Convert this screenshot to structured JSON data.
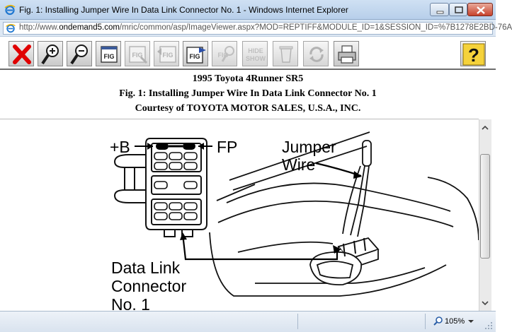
{
  "window": {
    "title": "Fig. 1: Installing Jumper Wire In Data Link Connector No. 1 - Windows Internet Explorer",
    "url_prefix": "http://www.",
    "url_domain": "ondemand5.com",
    "url_rest": "/mric/common/asp/ImageViewer.aspx?MOD=REPTIFF&MODULE_ID=1&SESSION_ID=%7B1278E2BD-76A"
  },
  "toolbar": {
    "buttons": [
      {
        "name": "close-x-icon",
        "label": "Close"
      },
      {
        "name": "zoom-in-icon",
        "label": "Zoom In"
      },
      {
        "name": "zoom-out-icon",
        "label": "Zoom Out"
      },
      {
        "name": "fig-icon",
        "label": "FIG"
      },
      {
        "name": "fig-hand-icon",
        "label": "FIG"
      },
      {
        "name": "fig-prev-icon",
        "label": "FIG"
      },
      {
        "name": "fig-next-icon",
        "label": "FIG"
      },
      {
        "name": "fig-search-icon",
        "label": "FIG"
      },
      {
        "name": "hide-show-icon",
        "label": "HIDE SHOW"
      },
      {
        "name": "trash-icon",
        "label": "Delete"
      },
      {
        "name": "rotate-icon",
        "label": "Rotate"
      },
      {
        "name": "print-icon",
        "label": "Print"
      },
      {
        "name": "help-icon",
        "label": "?"
      }
    ],
    "fig_text": "FIG",
    "hide_text": "HIDE",
    "show_text": "SHOW",
    "help_text": "?"
  },
  "header": {
    "vehicle": "1995 Toyota 4Runner SR5",
    "figure_title": "Fig. 1: Installing Jumper Wire In Data Link Connector No. 1",
    "courtesy": "Courtesy of TOYOTA MOTOR SALES, U.S.A., INC."
  },
  "figure": {
    "label_b": "+B",
    "label_fp": "FP",
    "label_jumper": "Jumper",
    "label_wire": "Wire",
    "label_dlc_1": "Data Link",
    "label_dlc_2": "Connector",
    "label_dlc_3": "No. 1"
  },
  "status": {
    "zoom": "105%"
  }
}
